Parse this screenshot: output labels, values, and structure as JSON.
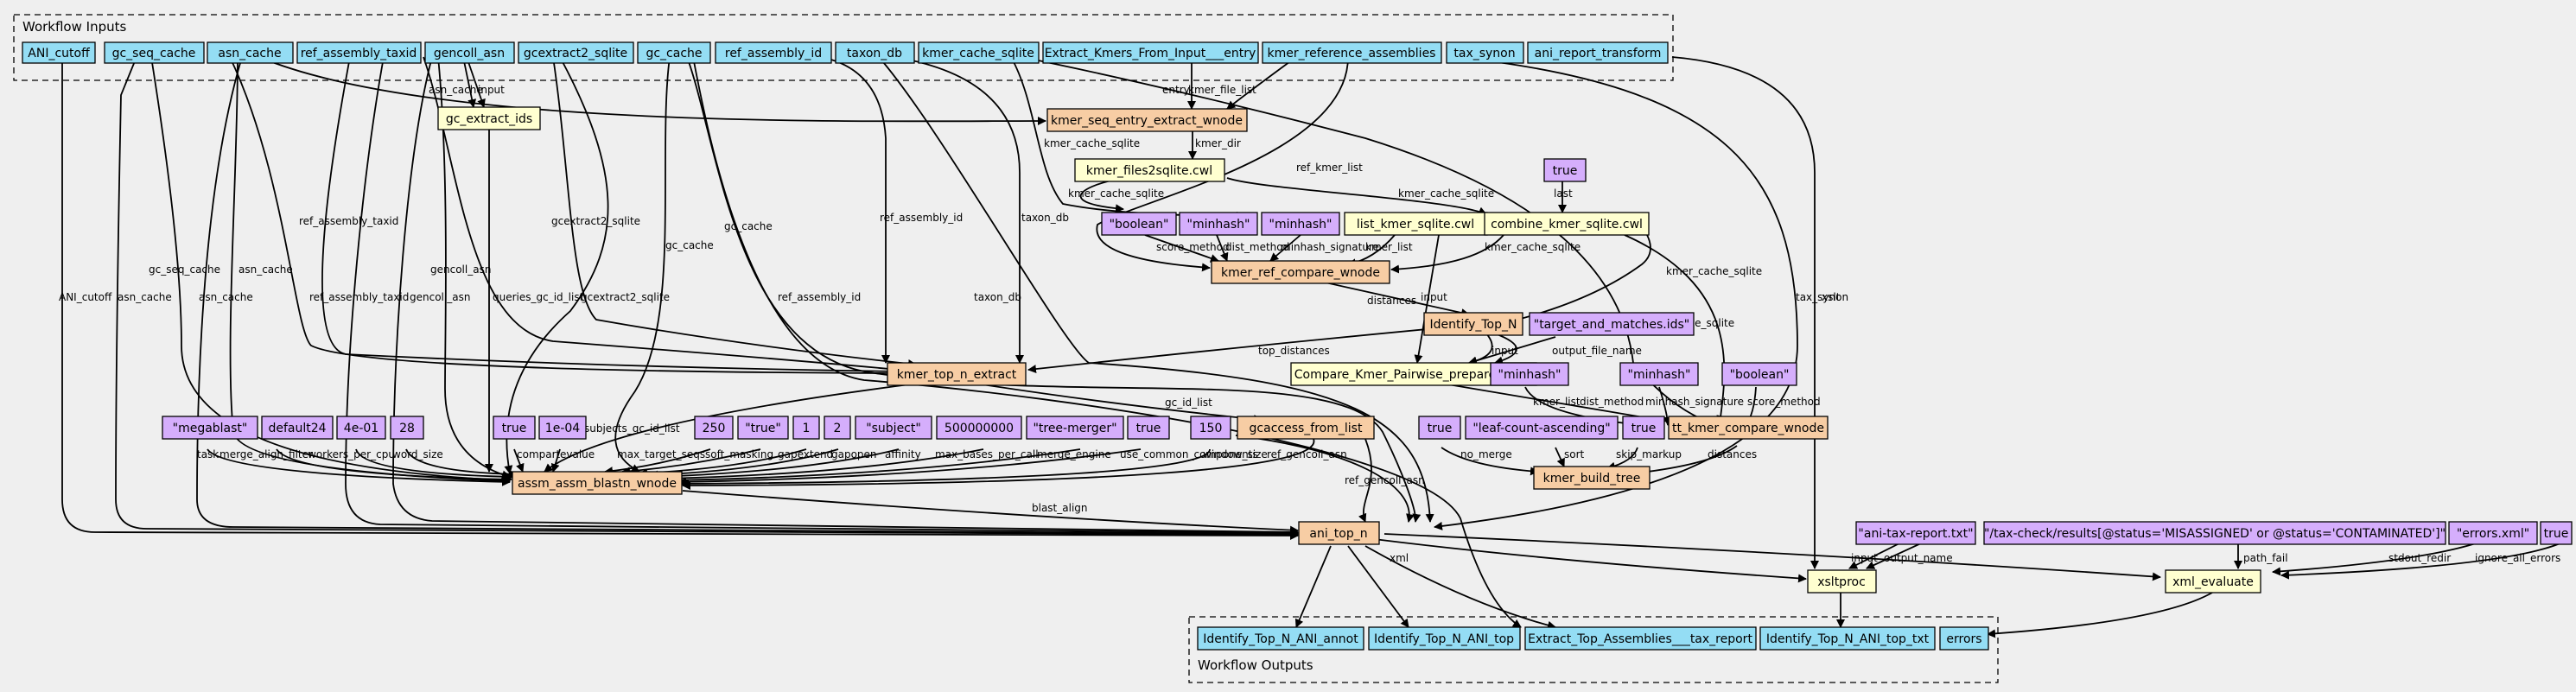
{
  "colors": {
    "input": "#94ddf4",
    "step": "#f7cda4",
    "tool": "#ffffd0",
    "param": "#d5aefc",
    "background": "#efefef"
  },
  "clusters": {
    "inputs": "Workflow Inputs",
    "outputs": "Workflow Outputs"
  },
  "nodes": {
    "ani_cutoff": "ANI_cutoff",
    "gc_seq_cache": "gc_seq_cache",
    "asn_cache": "asn_cache",
    "ref_assembly_taxid": "ref_assembly_taxid",
    "gencoll_asn": "gencoll_asn",
    "gcextract2_sqlite": "gcextract2_sqlite",
    "gc_cache": "gc_cache",
    "ref_assembly_id": "ref_assembly_id",
    "taxon_db": "taxon_db",
    "kmer_cache_sqlite": "kmer_cache_sqlite",
    "extract_kmers_entry": "Extract_Kmers_From_Input___entry",
    "kmer_reference_assemblies": "kmer_reference_assemblies",
    "tax_synon": "tax_synon",
    "ani_report_transform": "ani_report_transform",
    "gc_extract_ids": "gc_extract_ids",
    "kmer_seq_entry_extract_wnode": "kmer_seq_entry_extract_wnode",
    "kmer_files2sqlite": "kmer_files2sqlite.cwl",
    "p_true_last": "true",
    "p_boolean_1": "\"boolean\"",
    "p_minhash_1": "\"minhash\"",
    "p_minhash_2": "\"minhash\"",
    "list_kmer_sqlite": "list_kmer_sqlite.cwl",
    "combine_kmer_sqlite": "combine_kmer_sqlite.cwl",
    "kmer_ref_compare_wnode": "kmer_ref_compare_wnode",
    "identify_top_n": "Identify_Top_N",
    "p_target_and_matches": "\"target_and_matches.ids\"",
    "kmer_top_n_extract": "kmer_top_n_extract",
    "compare_kmer_prepare": "Compare_Kmer_Pairwise_prepare_input",
    "p_minhash_3": "\"minhash\"",
    "p_minhash_4": "\"minhash\"",
    "p_boolean_2": "\"boolean\"",
    "p_megablast": "\"megablast\"",
    "p_default24": "default24",
    "p_4e01": "4e-01",
    "p_28": "28",
    "p_true_2": "true",
    "p_1e04": "1e-04",
    "p_250": "250",
    "p_true_str": "\"true\"",
    "p_1": "1",
    "p_2": "2",
    "p_subject": "\"subject\"",
    "p_500000000": "500000000",
    "p_tree_merger": "\"tree-merger\"",
    "p_true_3": "true",
    "p_150": "150",
    "gcaccess_from_list": "gcaccess_from_list",
    "p_true_4": "true",
    "p_leaf_count": "\"leaf-count-ascending\"",
    "p_true_5": "true",
    "tt_kmer_compare_wnode": "tt_kmer_compare_wnode",
    "kmer_build_tree": "kmer_build_tree",
    "assm_assm_blastn_wnode": "assm_assm_blastn_wnode",
    "ani_top_n": "ani_top_n",
    "p_ani_tax_report": "\"ani-tax-report.txt\"",
    "p_tax_check": "\"/tax-check/results[@status='MISASSIGNED' or @status='CONTAMINATED']\"",
    "p_errors_xml": "\"errors.xml\"",
    "p_true_6": "true",
    "xsltproc": "xsltproc",
    "xml_evaluate": "xml_evaluate",
    "out_ani_annot": "Identify_Top_N_ANI_annot",
    "out_ani_top": "Identify_Top_N_ANI_top",
    "out_tax_report": "Extract_Top_Assemblies___tax_report",
    "out_ani_top_txt": "Identify_Top_N_ANI_top_txt",
    "out_errors": "errors"
  },
  "edge_labels": {
    "ani_cutoff": "ANI_cutoff",
    "asn_cache_1": "asn_cache",
    "gc_seq_cache": "gc_seq_cache",
    "asn_cache_2": "asn_cache",
    "asn_cache_3": "asn_cache",
    "ref_assembly_taxid_1": "ref_assembly_taxid",
    "ref_assembly_taxid_2": "ref_assembly_taxid",
    "gencoll_asn_1": "gencoll_asn",
    "gencoll_asn_2": "gencoll_asn",
    "queries_gc_id_list": "queries_gc_id_list",
    "gcextract2_sqlite_1": "gcextract2_sqlite",
    "gcextract2_sqlite_2": "gcextract2_sqlite",
    "gc_cache_1": "gc_cache",
    "gc_cache_2": "gc_cache",
    "ref_assembly_id": "ref_assembly_id",
    "ref_assembly_id_2": "ref_assembly_id",
    "taxon_db_1": "taxon_db",
    "taxon_db_2": "taxon_db",
    "asn_cache_input": "asn_cache",
    "input": "input",
    "entry": "entry",
    "kmer_file_list": "kmer_file_list",
    "kmer_dir": "kmer_dir",
    "kmer_cache_sqlite_1": "kmer_cache_sqlite",
    "kmer_cache_sqlite_2": "kmer_cache_sqlite",
    "kmer_cache_sqlite_3": "kmer_cache_sqlite",
    "kmer_cache_sqlite_4": "kmer_cache_sqlite",
    "kmer_cache_sqlite_5": "kmer_cache_sqlite",
    "kmer_cache_sqlite_6": "kmer_cache_sqlite",
    "ref_kmer_list": "ref_kmer_list",
    "last": "last",
    "score_method_1": "score_method",
    "dist_method_1": "dist_method",
    "minhash_signature_1": "minhash_signature",
    "kmer_list_1": "kmer_list",
    "input_2": "input",
    "distances_1": "distances",
    "top_distances": "top_distances",
    "input_3": "input",
    "output_file_name": "output_file_name",
    "tax_synon": "tax_synon",
    "xslt": "xslt",
    "subjects_gc_id_list": "subjects_gc_id_list",
    "gc_id_list": "gc_id_list",
    "kmer_list_2": "kmer_list",
    "dist_method_2": "dist_method",
    "minhash_signature_2": "minhash_signature",
    "score_method_2": "score_method",
    "task": "task",
    "merge_align_filter": "merge_align_filter",
    "workers_per_cpu": "workers_per_cpu",
    "word_size": "word_size",
    "compart": "compart",
    "evalue": "evalue",
    "max_target_seqs": "max_target_seqs",
    "soft_masking": "soft_masking",
    "gapextend": "gapextend",
    "gapopen": "gapopen",
    "affinity": "affinity",
    "max_bases_per_call": "max_bases_per_call",
    "merge_engine": "merge_engine",
    "use_common_components": "use_common_components",
    "window_size": "window_size",
    "ref_gencoll_asn_1": "ref_gencoll_asn",
    "ref_gencoll_asn_2": "ref_gencoll_asn",
    "no_merge": "no_merge",
    "sort": "sort",
    "skip_markup": "skip_markup",
    "distances_2": "distances",
    "blast_align": "blast_align",
    "xml": "xml",
    "input_4": "input",
    "output_name": "output_name",
    "path_fail": "path_fail",
    "stdout_redir": "stdout_redir",
    "ignore_all_errors": "ignore_all_errors"
  }
}
